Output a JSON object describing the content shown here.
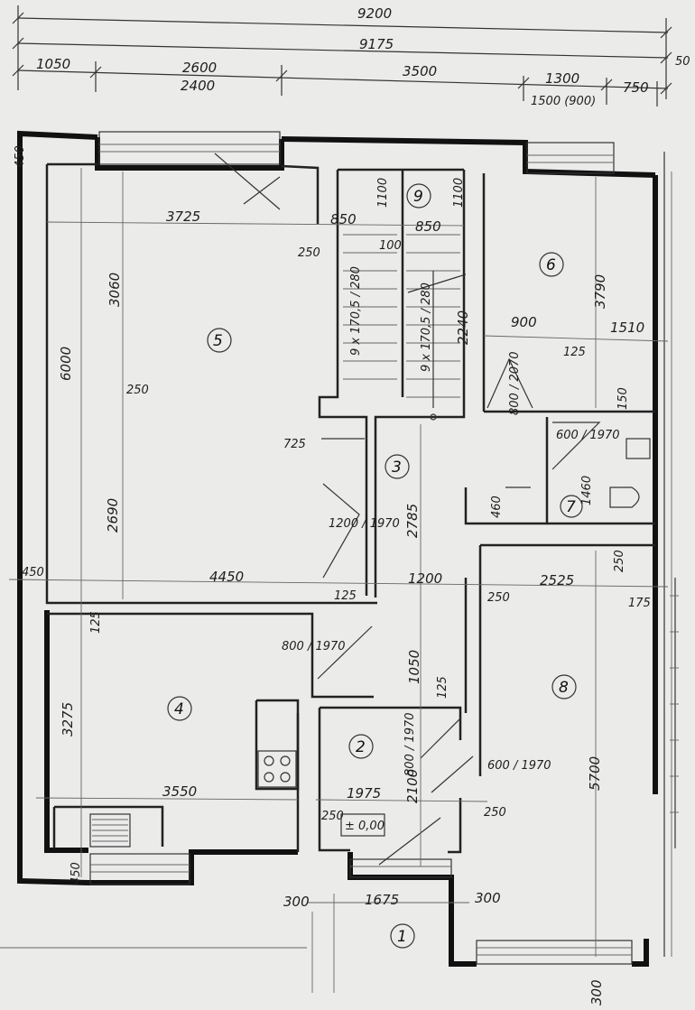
{
  "rooms": [
    {
      "id": "room-1",
      "label": "1"
    },
    {
      "id": "room-2",
      "label": "2"
    },
    {
      "id": "room-3",
      "label": "3"
    },
    {
      "id": "room-4",
      "label": "4"
    },
    {
      "id": "room-5",
      "label": "5"
    },
    {
      "id": "room-6",
      "label": "6"
    },
    {
      "id": "room-7",
      "label": "7"
    },
    {
      "id": "room-8",
      "label": "8"
    },
    {
      "id": "room-9",
      "label": "9"
    }
  ],
  "dims": {
    "total_top": "9200",
    "total_second": "9175",
    "seg_1050": "1050",
    "seg_2600": "2600",
    "seg_2400": "2400",
    "seg_3500": "3500",
    "seg_1300": "1300",
    "seg_1500": "1500 (900)",
    "seg_750": "750",
    "seg_50": "50",
    "wall_450_top": "450",
    "width_3725": "3725",
    "s_850_a": "850",
    "s_850_b": "850",
    "s_100": "100",
    "s_250_stair": "250",
    "s_1100_a": "1100",
    "s_1100_b": "1100",
    "stairs_left": "9 x 170,5 / 280",
    "stairs_right": "9 x 170,5 / 280",
    "stairs_len": "2240",
    "r5_6000": "6000",
    "r5_3060": "3060",
    "r5_250": "250",
    "r5_2690": "2690",
    "r6_3790": "3790",
    "r6_900": "900",
    "r6_1510": "1510",
    "r6_125": "125",
    "door_800_2070": "800 / 2070",
    "r7_150": "150",
    "door_600_1970": "600 / 1970",
    "r7_1460": "1460",
    "r7_460": "460",
    "h_725": "725",
    "h_2785": "2785",
    "door_1200_1970": "1200 / 1970",
    "w_450_left": "450",
    "w_4450": "4450",
    "w_1200": "1200",
    "w_2525": "2525",
    "w_250_a": "250",
    "w_250_b": "250",
    "w_175": "175",
    "w_125_a": "125",
    "w_125_b": "125",
    "door_800_1970": "800 / 1970",
    "r4_3275": "3275",
    "h_1050": "1050",
    "h_125": "125",
    "door_800_1970_b": "800 / 1970",
    "r2_2100": "2100",
    "door_600_1970_b": "600 / 1970",
    "r8_5700": "5700",
    "r4_3550": "3550",
    "r2_1975": "1975",
    "r2_250": "250",
    "r8_250": "250",
    "level": "± 0,00",
    "w_450_bottom": "450",
    "e_300_a": "300",
    "e_1675": "1675",
    "e_300_b": "300",
    "e_300_c": "300"
  }
}
